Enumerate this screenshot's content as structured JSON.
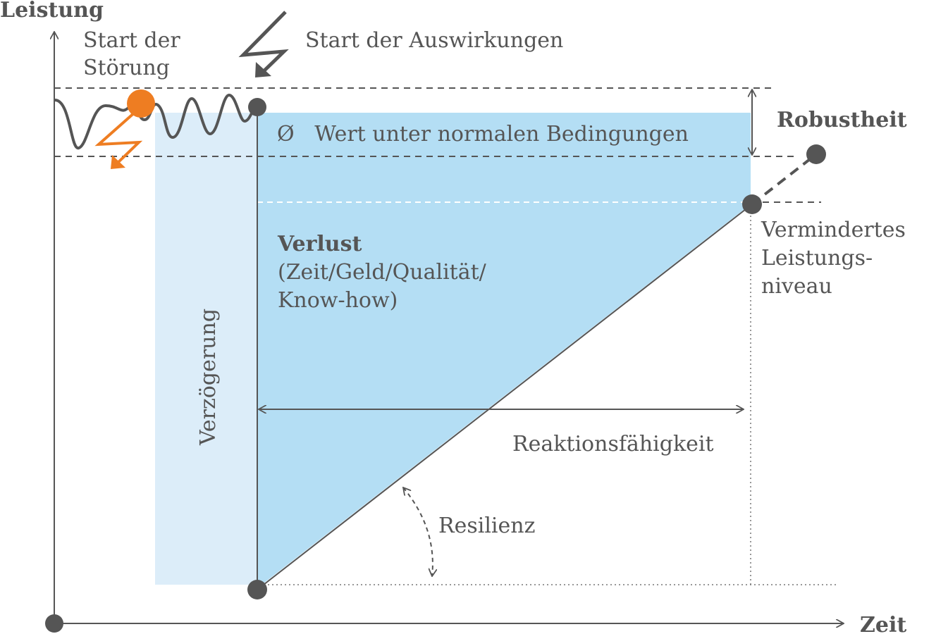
{
  "axes": {
    "y_label": "Leistung",
    "x_label": "Zeit"
  },
  "labels": {
    "start_stoerung": [
      "Start der",
      "Störung"
    ],
    "start_auswirkungen": "Start der Auswirkungen",
    "normal_value": "Ø   Wert unter normalen Bedingungen",
    "robustheit": "Robustheit",
    "verlust_title": "Verlust",
    "verlust_detail": [
      "(Zeit/Geld/Qualität/",
      "Know-how)"
    ],
    "vermindertes": [
      "Vermindertes",
      "Leistungs-",
      "niveau"
    ],
    "verzoegerung": "Verzögerung",
    "reaktion": "Reaktionsfähigkeit",
    "resilienz": "Resilienz"
  },
  "colors": {
    "ink": "#555555",
    "orange": "#ee7d22",
    "light_blue": "#dcedf9",
    "blue": "#b4def4"
  }
}
